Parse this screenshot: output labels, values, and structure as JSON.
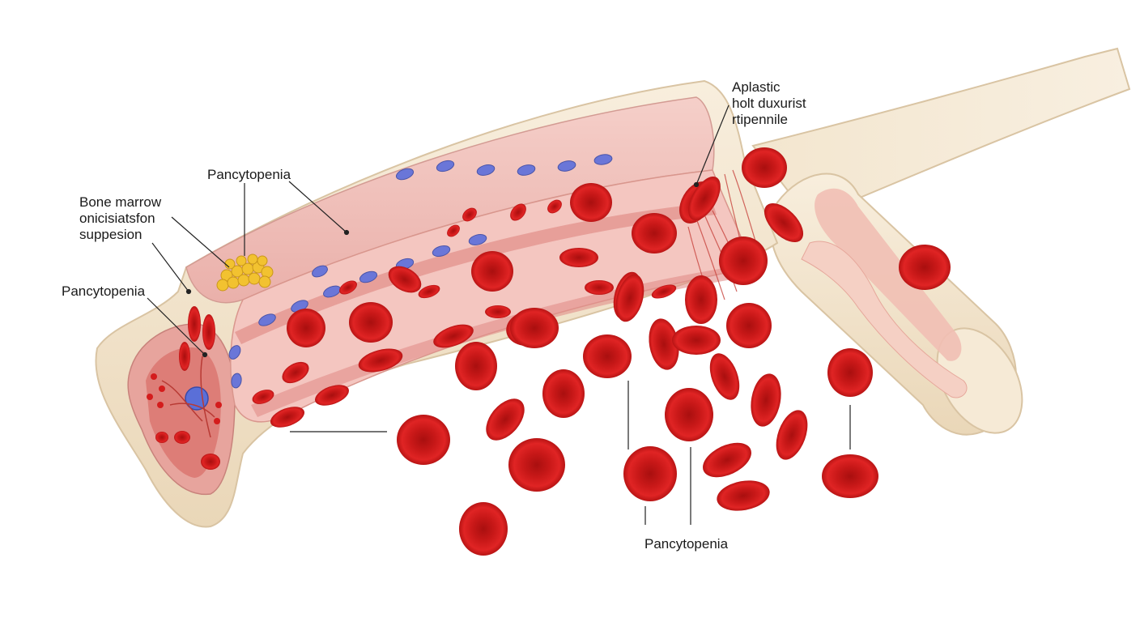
{
  "labels": {
    "bone_marrow_line1": "Bone marrow",
    "bone_marrow_line2": "onicisiatsfon",
    "bone_marrow_line3": "suppesion",
    "pancytopenia_top": "Pancytopenia",
    "pancytopenia_left": "Pancytopenia",
    "pancytopenia_bottom": "Pancytopenia",
    "aplastic_line1": "Aplastic",
    "aplastic_line2": "holt duxurist",
    "aplastic_line3": "rtipennile"
  },
  "colors": {
    "bone": "#f3e6cf",
    "bone_edge": "#d9c4a3",
    "marrow": "#f2c3bf",
    "marrow_inner": "#eaa9a4",
    "rbc": "#d41c1c",
    "rbc_center": "#b01212",
    "wbc": "#6a76d8",
    "fat": "#f2c230",
    "leader": "#222222"
  }
}
